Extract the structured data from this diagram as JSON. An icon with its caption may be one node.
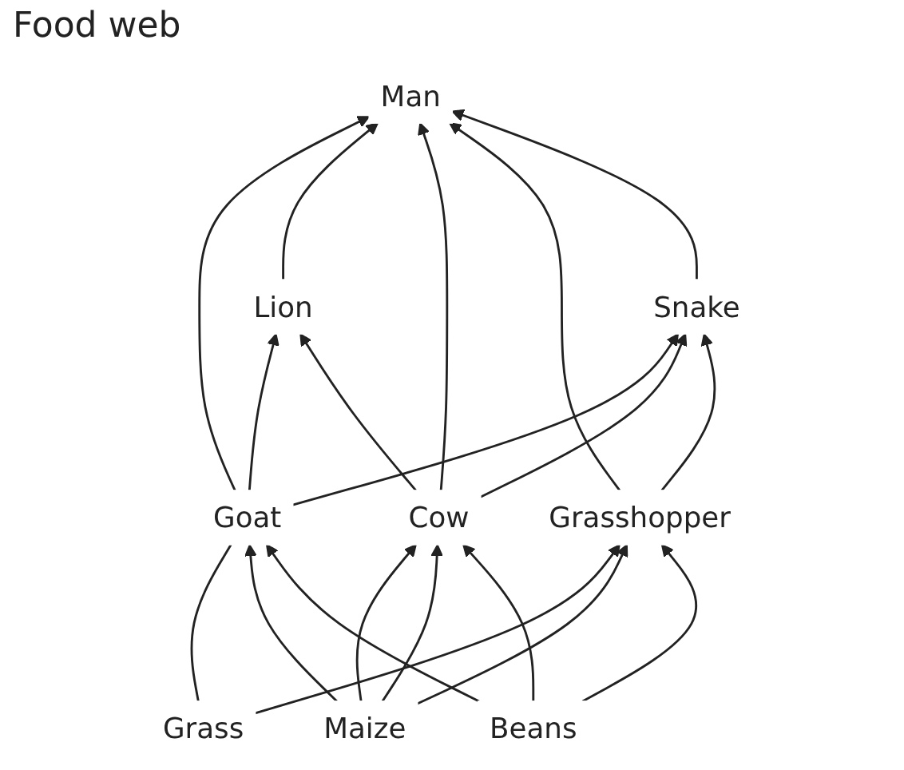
{
  "diagram": {
    "title": "Food web",
    "nodes": [
      {
        "text": [
          "Man"
        ]
      },
      {
        "text": [
          "Lion"
        ]
      },
      {
        "text": [
          "Snake"
        ]
      },
      {
        "text": [
          "Goat"
        ]
      },
      {
        "text": [
          "Cow"
        ]
      },
      {
        "text": [
          "Grasshopper"
        ]
      },
      {
        "text": [
          "Grass"
        ]
      },
      {
        "text": [
          "Maize"
        ]
      },
      {
        "text": [
          "Beans"
        ]
      }
    ],
    "edges": [
      {
        "from": 3,
        "to": 0,
        "arrow": "to"
      },
      {
        "from": 1,
        "to": 0,
        "arrow": "to"
      },
      {
        "from": 4,
        "to": 0,
        "arrow": "to"
      },
      {
        "from": 5,
        "to": 0,
        "arrow": "to"
      },
      {
        "from": 2,
        "to": 0,
        "arrow": "to"
      },
      {
        "from": 3,
        "to": 1,
        "arrow": "to"
      },
      {
        "from": 4,
        "to": 1,
        "arrow": "to"
      },
      {
        "from": 3,
        "to": 2,
        "arrow": "to"
      },
      {
        "from": 4,
        "to": 2,
        "arrow": "to"
      },
      {
        "from": 5,
        "to": 2,
        "arrow": "to"
      },
      {
        "from": 6,
        "to": 3,
        "arrow": "none"
      },
      {
        "from": 7,
        "to": 3,
        "arrow": "to"
      },
      {
        "from": 8,
        "to": 3,
        "arrow": "to"
      },
      {
        "from": 7,
        "to": 4,
        "arrow": "to"
      },
      {
        "from": 7,
        "to": 4,
        "arrow": "to"
      },
      {
        "from": 8,
        "to": 4,
        "arrow": "to"
      },
      {
        "from": 6,
        "to": 5,
        "arrow": "to"
      },
      {
        "from": 7,
        "to": 5,
        "arrow": "to"
      },
      {
        "from": 8,
        "to": 5,
        "arrow": "to"
      }
    ]
  }
}
